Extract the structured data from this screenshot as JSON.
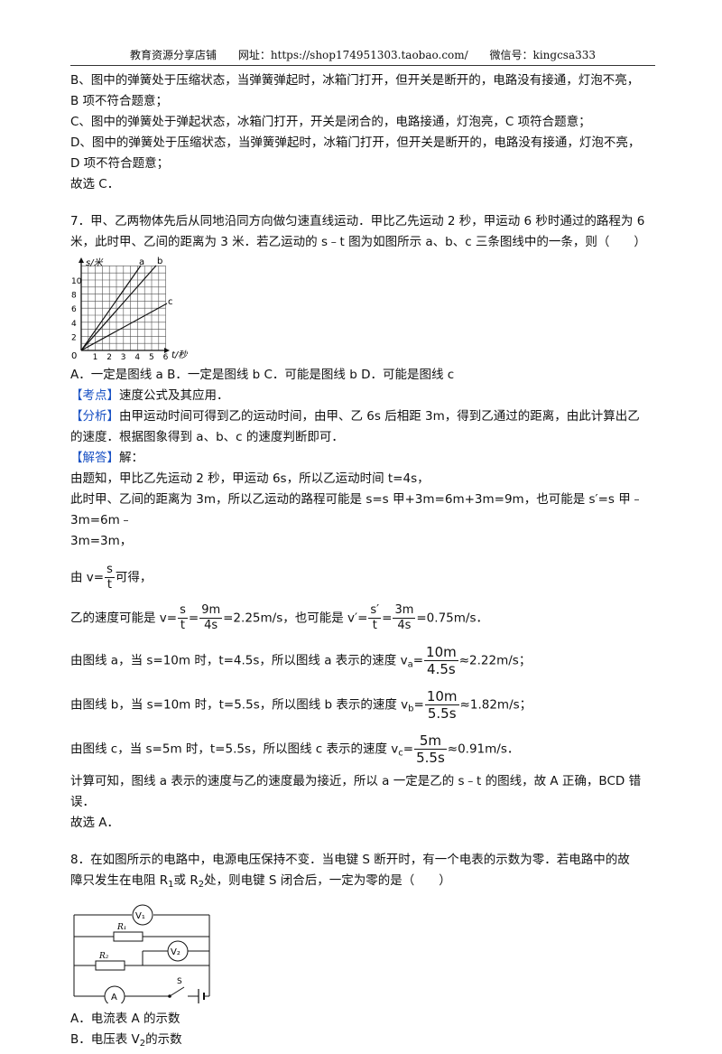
{
  "header": {
    "shop": "教育资源分享店铺",
    "url": "网址：https://shop174951303.taobao.com/",
    "wechat": "微信号：kingcsa333"
  },
  "q6": {
    "b_line1": "B、图中的弹簧处于压缩状态，当弹簧弹起时，冰箱门打开，但开关是断开的，电路没有接通，灯泡不亮，",
    "b_line2": "B 项不符合题意；",
    "c_line": "C、图中的弹簧处于弹起状态，冰箱门打开，开关是闭合的，电路接通，灯泡亮，C 项符合题意；",
    "d_line1": "D、图中的弹簧处于压缩状态，当弹簧弹起时，冰箱门打开，但开关是断开的，电路没有接通，灯泡不亮，",
    "d_line2": "D 项不符合题意；",
    "answer": "故选 C．"
  },
  "q7": {
    "stem1": "7．甲、乙两物体先后从同地沿同方向做匀速直线运动．甲比乙先运动 2 秒，甲运动 6 秒时通过的路程为 6",
    "stem2": "米，此时甲、乙间的距离为 3 米．若乙运动的 s﹣t 图为如图所示 a、b、c 三条图线中的一条，则（　　）",
    "options": "A．一定是图线 a  B．一定是图线 b  C．可能是图线 b  D．可能是图线 c",
    "kaodian_tag": "【考点】",
    "kaodian": "速度公式及其应用．",
    "fenxi_tag": "【分析】",
    "fenxi1": "由甲运动时间可得到乙的运动时间，由甲、乙 6s 后相距 3m，得到乙通过的距离，由此计算出乙",
    "fenxi2": "的速度．根据图象得到 a、b、c 的速度判断即可．",
    "jieda_tag": "【解答】",
    "jieda": "解：",
    "l1": "由题知，甲比乙先运动 2 秒，甲运动 6s，所以乙运动时间 t=4s，",
    "l2": "此时甲、乙间的距离为 3m，所以乙运动的路程可能是 s=s 甲+3m=6m+3m=9m，也可能是 s′=s 甲﹣3m=6m﹣",
    "l3": "3m=3m，",
    "l4_pre": "由 v=",
    "l4_post": "可得，",
    "l5_pre": "乙的速度可能是 v=",
    "l5_mid": "=2.25m/s，也可能是 v′=",
    "l5_post": "=0.75m/s．",
    "l6_pre": "由图线 a，当 s=10m 时，t=4.5s，所以图线 a 表示的速度 v",
    "l6_post": "≈2.22m/s；",
    "l7_pre": "由图线 b，当 s=10m 时，t=5.5s，所以图线 b 表示的速度 v",
    "l7_post": "≈1.82m/s；",
    "l8_pre": "由图线 c，当 s=5m 时，t=5.5s，所以图线 c 表示的速度 v",
    "l8_post": "≈0.91m/s．",
    "concl": "计算可知，图线 a 表示的速度与乙的速度最为接近，所以 a 一定是乙的 s﹣t 的图线，故 A 正确，BCD 错误．",
    "answer": "故选 A．",
    "frac": {
      "s": "s",
      "t": "t",
      "nine_m": "9m",
      "four_s": "4s",
      "s_prime": "s′",
      "three_m": "3m",
      "ten_m": "10m",
      "t45": "4.5s",
      "t55": "5.5s",
      "five_m": "5m",
      "sub_a": "a",
      "sub_b": "b",
      "sub_c": "c",
      "eq": "="
    },
    "graph": {
      "ylabel": "s/米",
      "xlabel": "t/秒",
      "origin": "0",
      "yticks": [
        "2",
        "4",
        "6",
        "8",
        "10"
      ],
      "xticks": [
        "1",
        "2",
        "3",
        "4",
        "5",
        "6"
      ],
      "line_labels": [
        "a",
        "b",
        "c"
      ]
    }
  },
  "q8": {
    "stem1": "8．在如图所示的电路中，电源电压保持不变．当电键 S 断开时，有一个电表的示数为零．若电路中的故",
    "stem2_pre": "障只发生在电阻 R",
    "stem2_mid": "或 R",
    "stem2_post": "处，则电键 S 闭合后，一定为零的是（　　）",
    "sub1": "1",
    "sub2": "2",
    "optA": "A．电流表 A 的示数",
    "optB_pre": "B．电压表 V",
    "optB_post": "的示数",
    "circuit": {
      "v1": "V₁",
      "v2": "V₂",
      "r1": "R₁",
      "r2": "R₂",
      "ammeter": "A",
      "switch": "S"
    }
  }
}
